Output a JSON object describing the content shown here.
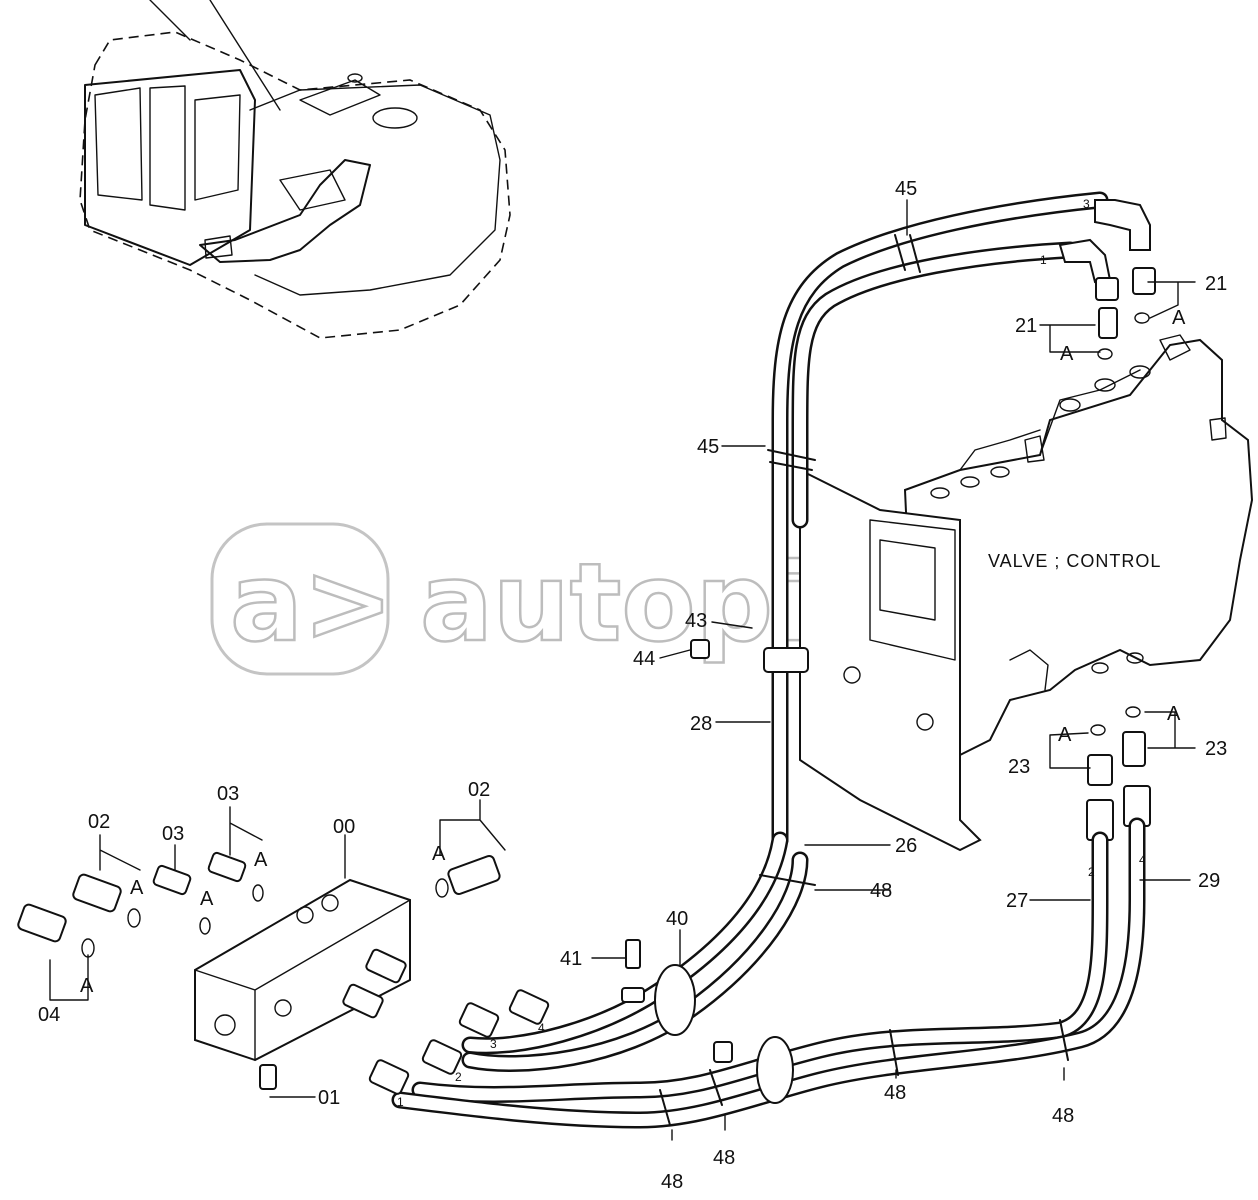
{
  "watermark": {
    "text": "autopiter.ru",
    "logo_glyph": "a>"
  },
  "valve_label": "VALVE ; CONTROL",
  "callouts": {
    "c00": "00",
    "c01": "01",
    "c02a": "02",
    "c02b": "02",
    "c03a": "03",
    "c03b": "03",
    "c04": "04",
    "c21a": "21",
    "c21b": "21",
    "c23a": "23",
    "c23b": "23",
    "c26": "26",
    "c27": "27",
    "c28": "28",
    "c29": "29",
    "c40": "40",
    "c41": "41",
    "c43": "43",
    "c44": "44",
    "c45a": "45",
    "c45b": "45",
    "c48a": "48",
    "c48b": "48",
    "c48c": "48",
    "c48d": "48",
    "c48e": "48"
  },
  "seal_marks": {
    "a1": "A",
    "a2": "A",
    "a3": "A",
    "a4": "A",
    "a5": "A",
    "a6": "A",
    "a7": "A",
    "a8": "A",
    "a9": "A"
  },
  "port_numbers": {
    "p1": "1",
    "p2": "2",
    "p3": "3",
    "p4": "4",
    "t1": "1",
    "t2": "2",
    "t3": "3",
    "t4": "4"
  }
}
